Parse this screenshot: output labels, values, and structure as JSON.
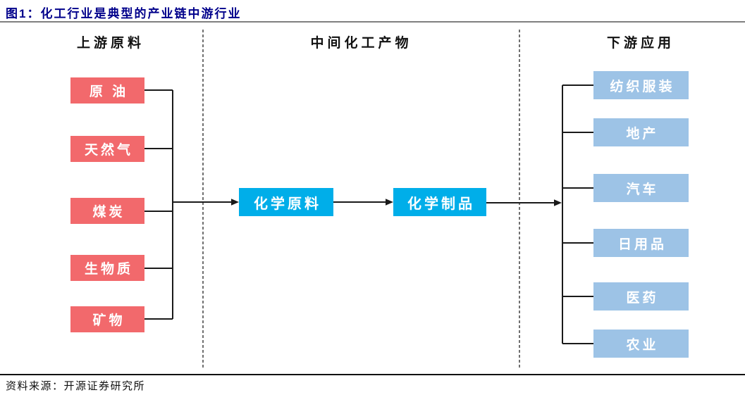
{
  "figure": {
    "title": "图1：化工行业是典型的产业链中游行业",
    "source": "资料来源：开源证券研究所"
  },
  "columns": {
    "upstream": {
      "header": "上游原料",
      "items": [
        "原 油",
        "天然气",
        "煤炭",
        "生物质",
        "矿物"
      ]
    },
    "midstream": {
      "header": "中间化工产物",
      "items": [
        "化学原料",
        "化学制品"
      ]
    },
    "downstream": {
      "header": "下游应用",
      "items": [
        "纺织服装",
        "地产",
        "汽车",
        "日用品",
        "医药",
        "农业"
      ]
    }
  },
  "colors": {
    "title_text": "#00008B",
    "upstream_box": "#F2696C",
    "midstream_box": "#00AEE9",
    "downstream_box": "#9DC3E6",
    "box_text": "#FFFFFF",
    "connector": "#1A1A1A"
  }
}
